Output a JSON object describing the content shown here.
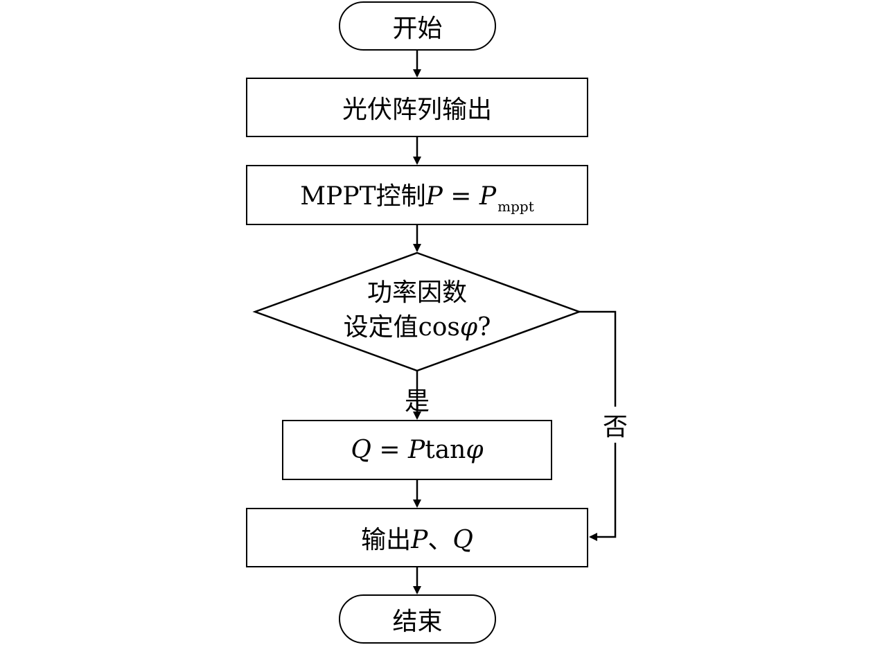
{
  "flowchart": {
    "start": "开始",
    "pv_output": "光伏阵列输出",
    "mppt": {
      "prefix": "MPPT控制",
      "p1": "P",
      "eq": " = ",
      "p2": "P",
      "sub": "mppt"
    },
    "decision": {
      "line1": "功率因数",
      "line2_text": "设定值cos",
      "line2_phi": "φ",
      "line2_q": "?"
    },
    "yes_label": "是",
    "no_label": "否",
    "q_calc": {
      "q": "Q",
      "eq": " = ",
      "p": "P",
      "tan": "tan",
      "phi": "φ"
    },
    "output": {
      "prefix": "输出",
      "p": "P",
      "sep": "、",
      "q": "Q"
    },
    "end": "结束"
  }
}
